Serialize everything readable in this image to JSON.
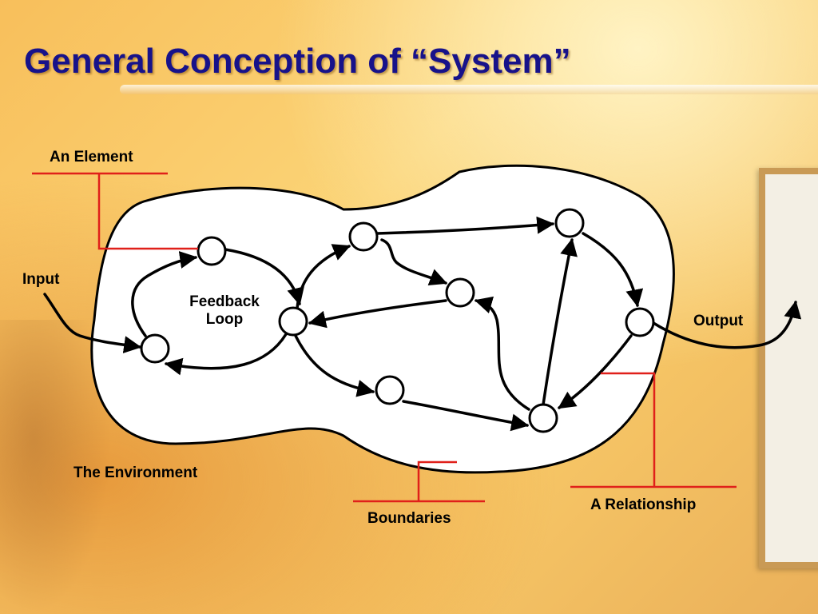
{
  "title": "General Conception of “System”",
  "labels": {
    "element": "An Element",
    "input": "Input",
    "feedback_line1": "Feedback",
    "feedback_line2": "Loop",
    "output": "Output",
    "environment": "The Environment",
    "boundaries": "Boundaries",
    "relationship": "A Relationship"
  },
  "colors": {
    "title": "#17128a",
    "callout_line": "#e0201a",
    "system_fill": "#ffffff",
    "stroke": "#000000"
  }
}
